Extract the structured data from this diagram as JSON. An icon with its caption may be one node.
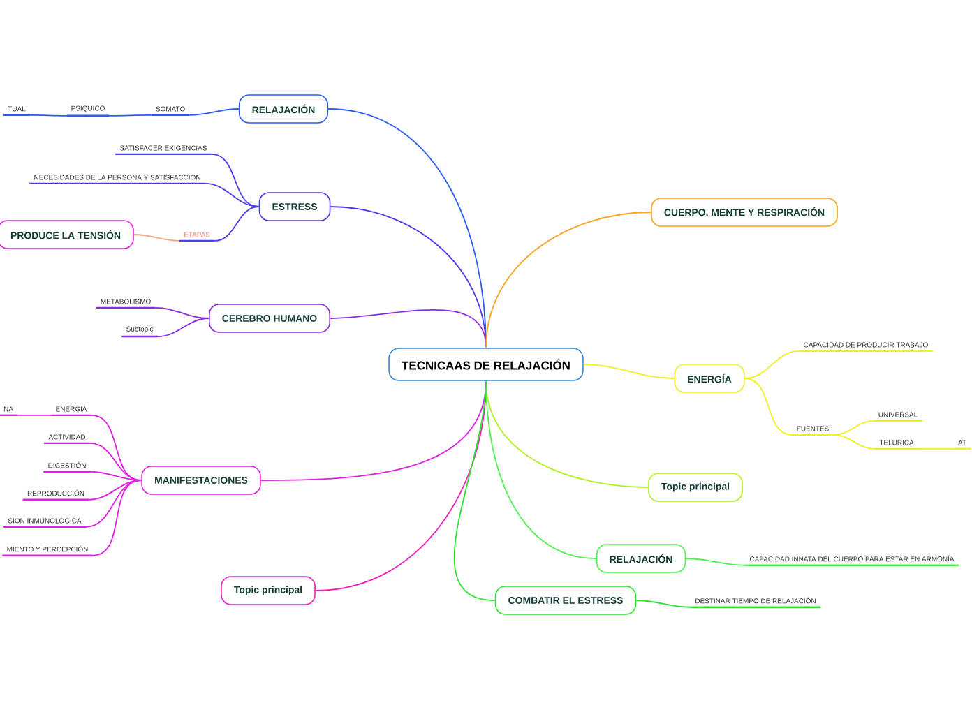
{
  "diagram": {
    "nodes": [
      {
        "text": [
          "TECNICAAS DE RELAJACIÓN"
        ]
      },
      {
        "text": [
          "RELAJACIÓN"
        ]
      },
      {
        "text": [
          "SOMATO"
        ]
      },
      {
        "text": [
          "PSIQUICO"
        ]
      },
      {
        "text": [
          "TUAL"
        ]
      },
      {
        "text": [
          "ESTRESS"
        ]
      },
      {
        "text": [
          "SATISFACER EXIGENCIAS"
        ]
      },
      {
        "text": [
          "NECESIDADES DE LA PERSONA Y SATISFACCION"
        ]
      },
      {
        "text": [
          "ETAPAS"
        ]
      },
      {
        "text": [
          "PRODUCE LA TENSIÓN"
        ]
      },
      {
        "text": [
          "CEREBRO HUMANO"
        ]
      },
      {
        "text": [
          "METABOLISMO"
        ]
      },
      {
        "text": [
          "Subtopic"
        ]
      },
      {
        "text": [
          "MANIFESTACIONES"
        ]
      },
      {
        "text": [
          "ENERGIA"
        ]
      },
      {
        "text": [
          "NA"
        ]
      },
      {
        "text": [
          "ACTIVIDAD"
        ]
      },
      {
        "text": [
          "DIGESTIÓN"
        ]
      },
      {
        "text": [
          "REPRODUCCIÓN"
        ]
      },
      {
        "text": [
          "SION INMUNOLOGICA"
        ]
      },
      {
        "text": [
          "MIENTO Y PERCEPCIÓN"
        ]
      },
      {
        "text": [
          "Topic principal"
        ]
      },
      {
        "text": [
          "CUERPO, MENTE Y RESPIRACIÓN"
        ]
      },
      {
        "text": [
          "ENERGÍA"
        ]
      },
      {
        "text": [
          "CAPACIDAD DE PRODUCIR TRABAJO"
        ]
      },
      {
        "text": [
          "FUENTES"
        ]
      },
      {
        "text": [
          "UNIVERSAL"
        ]
      },
      {
        "text": [
          "TELURICA"
        ]
      },
      {
        "text": [
          "AT"
        ]
      },
      {
        "text": [
          "Topic principal"
        ]
      },
      {
        "text": [
          "RELAJACIÓN"
        ]
      },
      {
        "text": [
          "CAPACIDAD INNATA DEL CUERPO PARA ESTAR EN ARMONÍA"
        ]
      },
      {
        "text": [
          "COMBATIR EL ESTRESS"
        ]
      },
      {
        "text": [
          "DESTINAR TIEMPO DE RELAJACIÓN"
        ]
      }
    ],
    "edges": [
      {
        "from": 0,
        "to": 1,
        "arrow": "none",
        "color": "#2a5cf5"
      },
      {
        "from": 1,
        "to": 2,
        "arrow": "none",
        "color": "#2a5cf5"
      },
      {
        "from": 2,
        "to": 3,
        "arrow": "none",
        "color": "#2a5cf5"
      },
      {
        "from": 3,
        "to": 4,
        "arrow": "none",
        "color": "#2a5cf5"
      },
      {
        "from": 0,
        "to": 5,
        "arrow": "none",
        "color": "#4b3cf0"
      },
      {
        "from": 5,
        "to": 6,
        "arrow": "none",
        "color": "#4b3cf0"
      },
      {
        "from": 5,
        "to": 7,
        "arrow": "none",
        "color": "#4b3cf0"
      },
      {
        "from": 5,
        "to": 8,
        "arrow": "none",
        "color": "#4b3cf0"
      },
      {
        "from": 8,
        "to": 9,
        "arrow": "none",
        "color": "#f4a582"
      },
      {
        "from": 0,
        "to": 10,
        "arrow": "none",
        "color": "#8a2be2"
      },
      {
        "from": 10,
        "to": 11,
        "arrow": "none",
        "color": "#8a2be2"
      },
      {
        "from": 10,
        "to": 12,
        "arrow": "none",
        "color": "#8a2be2"
      },
      {
        "from": 0,
        "to": 13,
        "arrow": "none",
        "color": "#e020e0"
      },
      {
        "from": 13,
        "to": 14,
        "arrow": "none",
        "color": "#e020e0"
      },
      {
        "from": 14,
        "to": 15,
        "arrow": "none",
        "color": "#e020e0"
      },
      {
        "from": 13,
        "to": 16,
        "arrow": "none",
        "color": "#e020e0"
      },
      {
        "from": 13,
        "to": 17,
        "arrow": "none",
        "color": "#e020e0"
      },
      {
        "from": 13,
        "to": 18,
        "arrow": "none",
        "color": "#e020e0"
      },
      {
        "from": 13,
        "to": 19,
        "arrow": "none",
        "color": "#e020e0"
      },
      {
        "from": 13,
        "to": 20,
        "arrow": "none",
        "color": "#e020e0"
      },
      {
        "from": 0,
        "to": 21,
        "arrow": "none",
        "color": "#f020c0"
      },
      {
        "from": 0,
        "to": 22,
        "arrow": "none",
        "color": "#ffa020"
      },
      {
        "from": 0,
        "to": 23,
        "arrow": "none",
        "color": "#f0f020"
      },
      {
        "from": 23,
        "to": 24,
        "arrow": "none",
        "color": "#f0f020"
      },
      {
        "from": 23,
        "to": 25,
        "arrow": "none",
        "color": "#f0f020"
      },
      {
        "from": 25,
        "to": 26,
        "arrow": "none",
        "color": "#f0f020"
      },
      {
        "from": 25,
        "to": 27,
        "arrow": "none",
        "color": "#f0f020"
      },
      {
        "from": 27,
        "to": 28,
        "arrow": "none",
        "color": "#f0f020"
      },
      {
        "from": 0,
        "to": 29,
        "arrow": "none",
        "color": "#b0f020"
      },
      {
        "from": 0,
        "to": 30,
        "arrow": "none",
        "color": "#50f050"
      },
      {
        "from": 30,
        "to": 31,
        "arrow": "none",
        "color": "#50f050"
      },
      {
        "from": 0,
        "to": 32,
        "arrow": "none",
        "color": "#30e030"
      },
      {
        "from": 32,
        "to": 33,
        "arrow": "none",
        "color": "#30e030"
      }
    ]
  }
}
